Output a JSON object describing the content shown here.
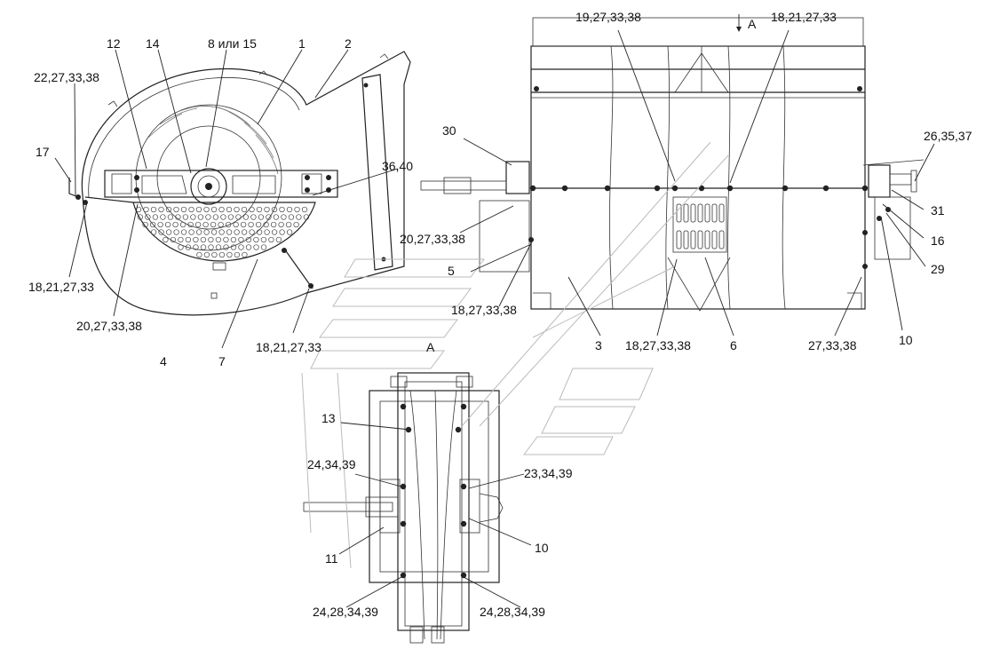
{
  "view_marker": "A",
  "labels": {
    "l12": "12",
    "l14": "14",
    "l8_15": "8 или 15",
    "l1": "1",
    "l2": "2",
    "l22": "22,27,33,38",
    "l17": "17",
    "l36": "36,40",
    "l18a": "18,21,27,33",
    "l20a": "20,27,33,38",
    "l4": "4",
    "l7": "7",
    "l18b": "18,21,27,33",
    "l19": "19,27,33,38",
    "l18c": "18,21,27,33",
    "l26": "26,35,37",
    "l30": "30",
    "l31": "31",
    "l16": "16",
    "l29": "29",
    "l20b": "20,27,33,38",
    "l5": "5",
    "l18d": "18,27,33,38",
    "l3": "3",
    "l18e": "18,27,33,38",
    "l6": "6",
    "l27": "27,33,38",
    "l10a": "10",
    "l13": "13",
    "l24a": "24,34,39",
    "l23": "23,34,39",
    "l11": "11",
    "l10b": "10",
    "l24b": "24,28,34,39",
    "l24c": "24,28,34,39"
  }
}
